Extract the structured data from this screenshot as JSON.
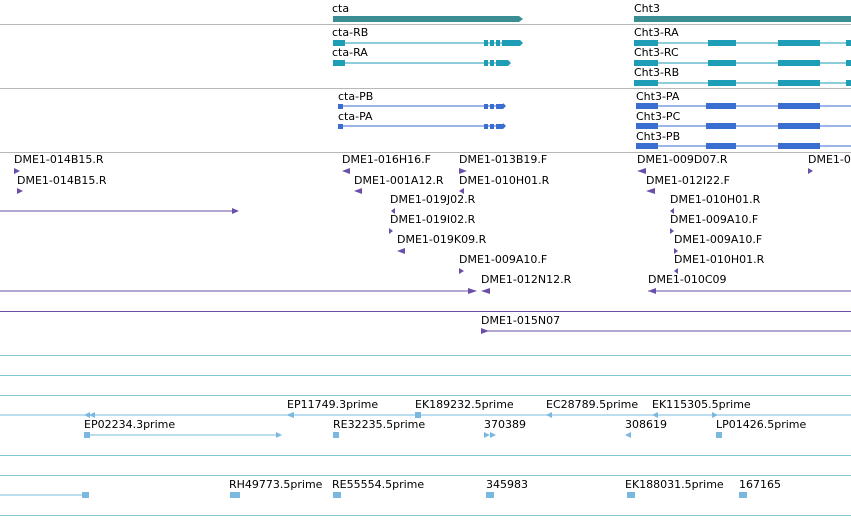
{
  "colors": {
    "gene": "#3a8d91",
    "transcript": "#1e9db7",
    "protein": "#3a6ed0",
    "clone": "#6a4fa8",
    "est": "#7ab8e0",
    "track_line": "#7fc8d1",
    "separator": "#b8b8b8"
  },
  "genes": [
    {
      "label": "cta"
    },
    {
      "label": "Cht3"
    }
  ],
  "transcripts": [
    {
      "label": "cta-RB"
    },
    {
      "label": "cta-RA"
    },
    {
      "label": "Cht3-RA"
    },
    {
      "label": "Cht3-RC"
    },
    {
      "label": "Cht3-RB"
    }
  ],
  "proteins": [
    {
      "label": "cta-PB"
    },
    {
      "label": "cta-PA"
    },
    {
      "label": "Cht3-PA"
    },
    {
      "label": "Cht3-PC"
    },
    {
      "label": "Cht3-PB"
    }
  ],
  "clones": [
    {
      "label": "DME1-014B15.R"
    },
    {
      "label": "DME1-014B15.R"
    },
    {
      "label": "DME1-016H16.F"
    },
    {
      "label": "DME1-001A12.R"
    },
    {
      "label": "DME1-019J02.R"
    },
    {
      "label": "DME1-019I02.R"
    },
    {
      "label": "DME1-019K09.R"
    },
    {
      "label": "DME1-013B19.F"
    },
    {
      "label": "DME1-010H01.R"
    },
    {
      "label": "DME1-009A10.F"
    },
    {
      "label": "DME1-012N12.R"
    },
    {
      "label": "DME1-009D07.R"
    },
    {
      "label": "DME1-012I22.F"
    },
    {
      "label": "DME1-010H01.R"
    },
    {
      "label": "DME1-009A10.F"
    },
    {
      "label": "DME1-009A10.F"
    },
    {
      "label": "DME1-010H01.R"
    },
    {
      "label": "DME1-010C09"
    },
    {
      "label": "DME1-0"
    },
    {
      "label": "DME1-015N07"
    }
  ],
  "ests": [
    {
      "label": "EP11749.3prime"
    },
    {
      "label": "EK189232.5prime"
    },
    {
      "label": "EC28789.5prime"
    },
    {
      "label": "EK115305.5prime"
    },
    {
      "label": "EP02234.3prime"
    },
    {
      "label": "RE32235.5prime"
    },
    {
      "label": "370389"
    },
    {
      "label": "308619"
    },
    {
      "label": "LP01426.5prime"
    },
    {
      "label": "RH49773.5prime"
    },
    {
      "label": "RE55554.5prime"
    },
    {
      "label": "345983"
    },
    {
      "label": "EK188031.5prime"
    },
    {
      "label": "167165"
    }
  ]
}
